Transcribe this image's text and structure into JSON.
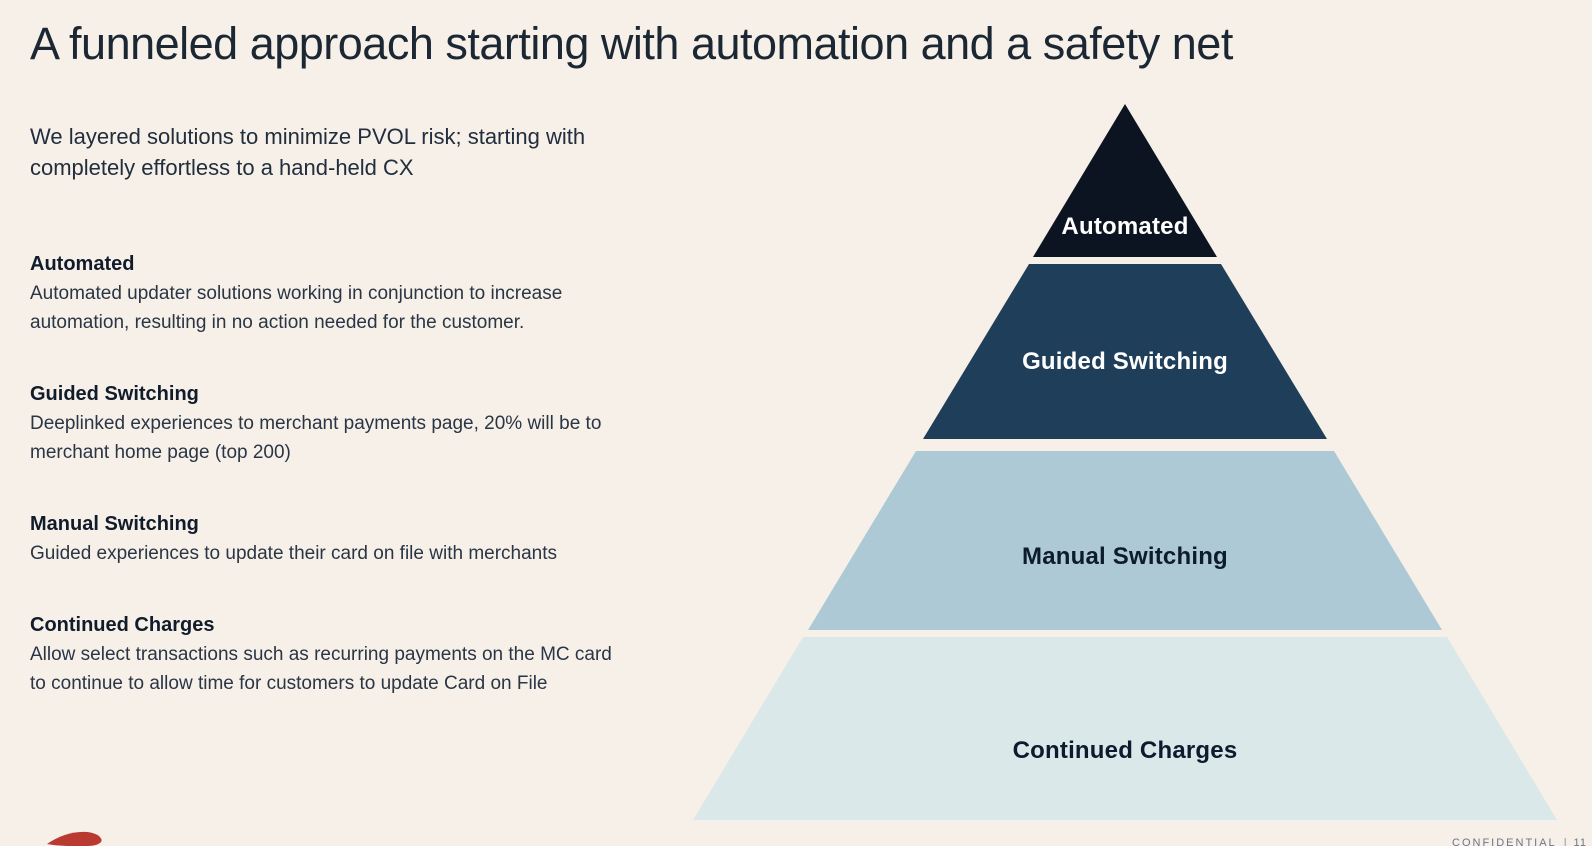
{
  "page": {
    "title": "A funneled approach starting with automation and a safety net",
    "subtitle": "We layered solutions to minimize PVOL risk; starting with\ncompletely effortless to a hand-held CX",
    "background_color": "#f6f0e8",
    "title_color": "#1c2734"
  },
  "sections": [
    {
      "heading": "Automated",
      "body": "Automated updater solutions working in conjunction to increase\nautomation, resulting in no action needed for the customer."
    },
    {
      "heading": "Guided Switching",
      "body": "Deeplinked experiences to merchant payments page, 20% will be to\nmerchant home page (top 200)"
    },
    {
      "heading": "Manual Switching",
      "body": "Guided experiences to update their card on file with merchants"
    },
    {
      "heading": "Continued Charges",
      "body": "Allow select transactions such as recurring payments on the MC card\nto continue to allow time for customers to update Card on File"
    }
  ],
  "chart_data": {
    "type": "pyramid",
    "title": "Layered funnel of solutions, most automated at top",
    "layers": [
      {
        "label": "Automated",
        "color": "#0c1422",
        "text_color": "#ffffff"
      },
      {
        "label": "Guided Switching",
        "color": "#1e3e5a",
        "text_color": "#ffffff"
      },
      {
        "label": "Manual Switching",
        "color": "#adc9d5",
        "text_color": "#0d1b2e"
      },
      {
        "label": "Continued Charges",
        "color": "#dbe8ea",
        "text_color": "#0d1b2e"
      }
    ],
    "layout": {
      "levels": 4,
      "orientation": "apex-up",
      "separator_color": "#f6f0e8"
    }
  },
  "footer": {
    "confidential": "CONFIDENTIAL",
    "separator": "|",
    "page_number": "11",
    "logo_color": "#b93a31"
  }
}
